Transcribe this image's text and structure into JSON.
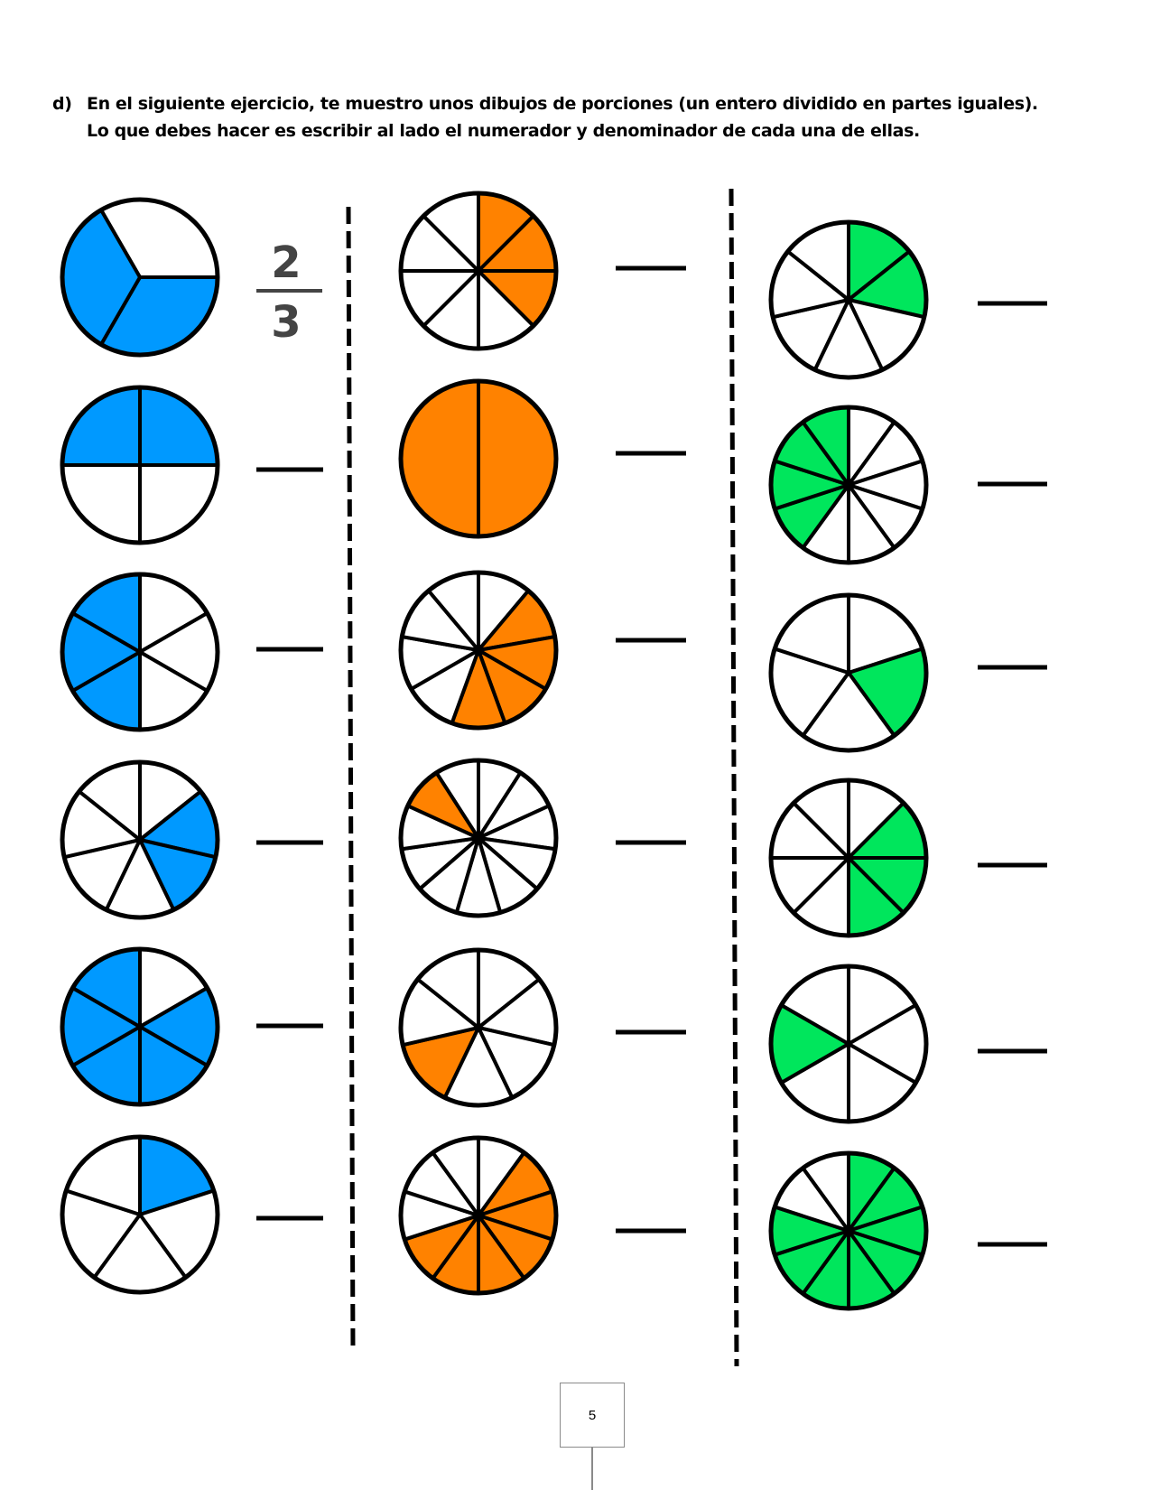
{
  "exercise": {
    "marker": "d)",
    "instructions": "En el siguiente ejercicio, te muestro unos dibujos de porciones (un entero dividido en partes iguales). Lo que debes hacer es escribir al lado el numerador y denominador de cada una de ellas."
  },
  "colors": {
    "blue": "#0099ff",
    "orange": "#ff8200",
    "green": "#00e65c",
    "white": "#ffffff",
    "outline": "#000000",
    "example_fraction": "#444444"
  },
  "example_answer": {
    "numerator": "2",
    "denominator": "3"
  },
  "columns": [
    {
      "color": "blue",
      "circles": [
        {
          "parts": 3,
          "shaded": [
            1,
            2
          ],
          "start_deg": 330
        },
        {
          "parts": 4,
          "shaded": [
            0,
            3
          ],
          "start_deg": 0
        },
        {
          "parts": 6,
          "shaded": [
            3,
            4,
            5
          ],
          "start_deg": 0
        },
        {
          "parts": 7,
          "shaded": [
            1,
            2
          ],
          "start_deg": 0
        },
        {
          "parts": 6,
          "shaded": [
            1,
            2,
            3,
            4,
            5
          ],
          "start_deg": 0
        },
        {
          "parts": 5,
          "shaded": [
            0
          ],
          "start_deg": 0
        }
      ]
    },
    {
      "color": "orange",
      "circles": [
        {
          "parts": 8,
          "shaded": [
            0,
            1,
            2
          ],
          "start_deg": 0
        },
        {
          "parts": 2,
          "shaded": [
            0,
            1
          ],
          "start_deg": 0
        },
        {
          "parts": 9,
          "shaded": [
            1,
            2,
            3,
            4
          ],
          "start_deg": 0
        },
        {
          "parts": 11,
          "shaded": [
            9
          ],
          "start_deg": 0
        },
        {
          "parts": 7,
          "shaded": [
            4
          ],
          "start_deg": 0
        },
        {
          "parts": 10,
          "shaded": [
            1,
            2,
            3,
            4,
            5,
            6
          ],
          "start_deg": 0
        }
      ]
    },
    {
      "color": "green",
      "circles": [
        {
          "parts": 7,
          "shaded": [
            0,
            1
          ],
          "start_deg": 0
        },
        {
          "parts": 10,
          "shaded": [
            6,
            7,
            8,
            9
          ],
          "start_deg": 0
        },
        {
          "parts": 5,
          "shaded": [
            1
          ],
          "start_deg": 0
        },
        {
          "parts": 8,
          "shaded": [
            1,
            2,
            3
          ],
          "start_deg": 0
        },
        {
          "parts": 6,
          "shaded": [
            4
          ],
          "start_deg": 0
        },
        {
          "parts": 10,
          "shaded": [
            0,
            1,
            2,
            3,
            4,
            5,
            6,
            7
          ],
          "start_deg": 0
        }
      ]
    }
  ],
  "page_number": "5"
}
